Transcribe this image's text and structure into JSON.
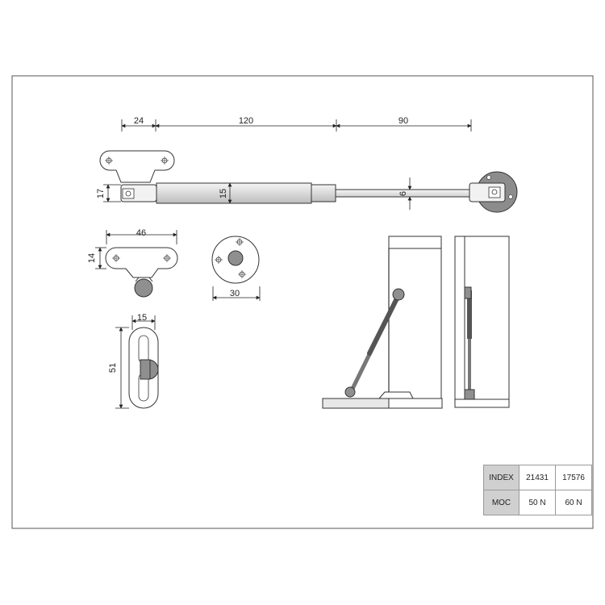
{
  "dimensions": {
    "bracket_offset": "24",
    "body_length": "120",
    "stroke": "90",
    "bracket_height": "17",
    "cylinder_dia": "15",
    "rod_dia": "6",
    "bracket_width": "46",
    "bracket_depth": "14",
    "plate_dia": "30",
    "slot_width": "15",
    "slot_length": "51"
  },
  "spec_table": {
    "rows": [
      {
        "label": "INDEX",
        "values": [
          "21431",
          "17576"
        ]
      },
      {
        "label": "MOC",
        "values": [
          "50 N",
          "60 N"
        ]
      }
    ]
  }
}
